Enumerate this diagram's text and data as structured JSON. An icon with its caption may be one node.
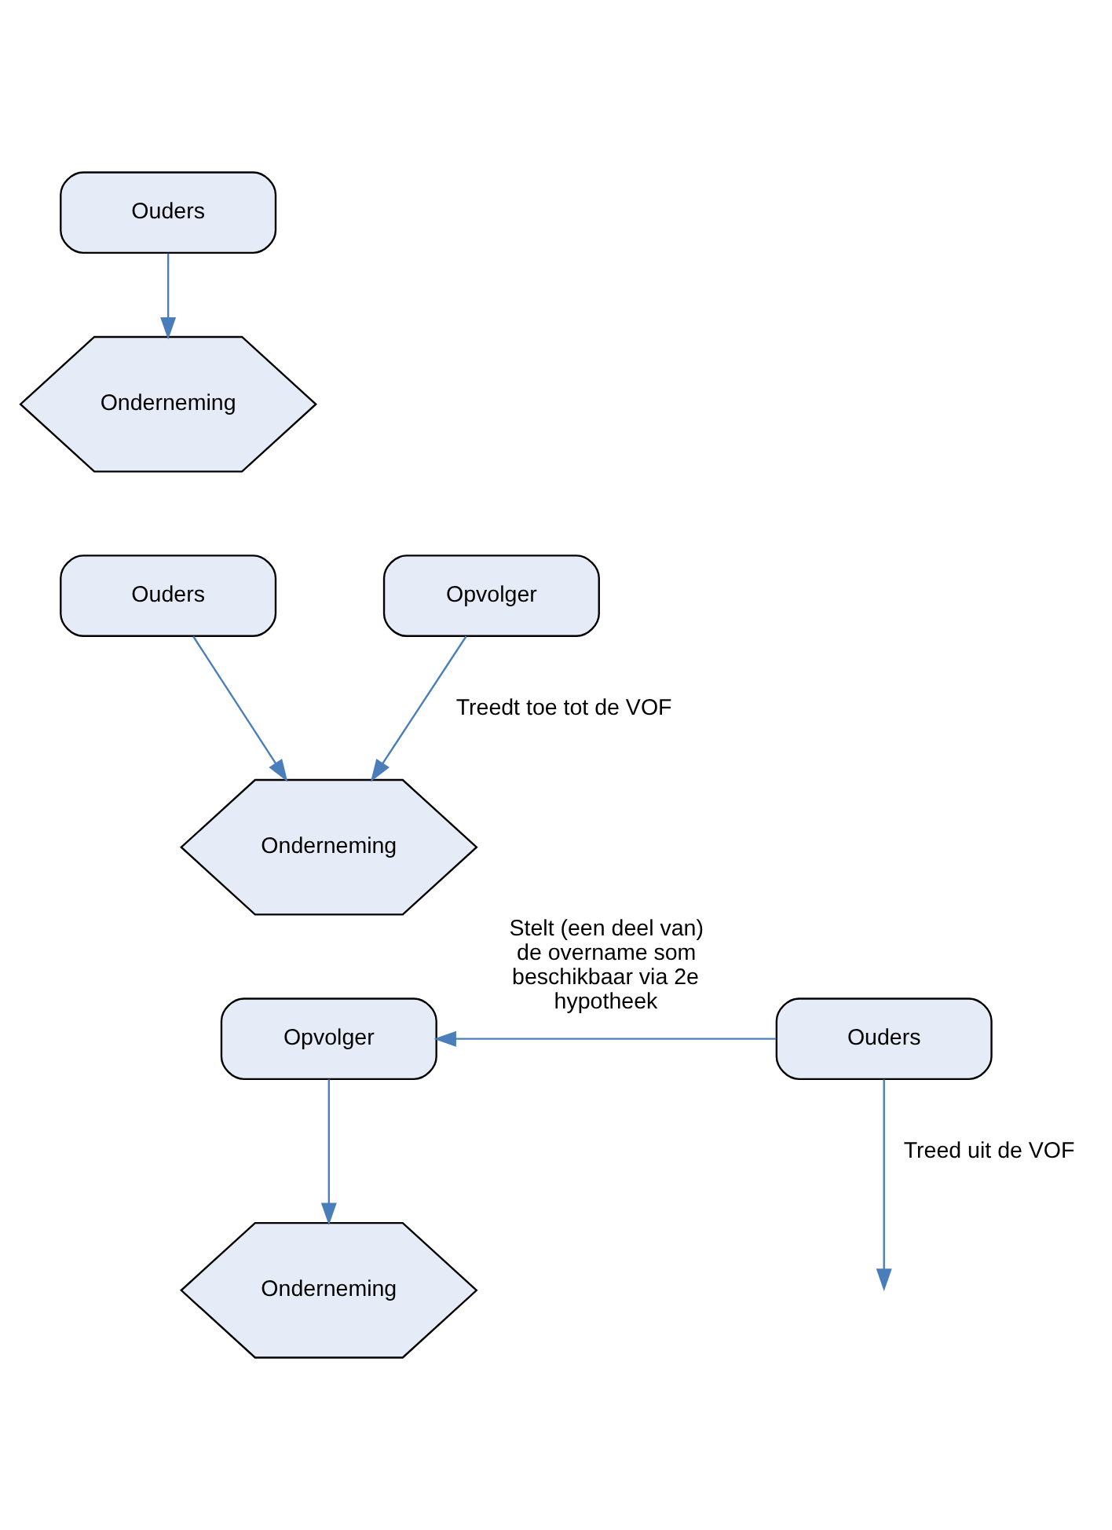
{
  "diagram": {
    "nodes": [
      {
        "text": [
          "Ouders"
        ]
      },
      {
        "text": [
          "Onderneming"
        ]
      },
      {
        "text": [
          "Ouders"
        ]
      },
      {
        "text": [
          "Opvolger"
        ]
      },
      {
        "text": [
          "Onderneming"
        ]
      },
      {
        "text": [
          "Opvolger"
        ]
      },
      {
        "text": [
          "Ouders"
        ]
      },
      {
        "text": [
          "Onderneming"
        ]
      }
    ],
    "edges": [
      {
        "from": 0,
        "to": 1,
        "arrow": "to"
      },
      {
        "from": 2,
        "to": 4,
        "arrow": "to"
      },
      {
        "from": 3,
        "to": 4,
        "arrow": "to",
        "label": "Treedt toe tot de VOF"
      },
      {
        "from": 6,
        "to": 5,
        "arrow": "to",
        "label": "Stelt (een deel van) de overname som beschikbaar via 2e hypotheek"
      },
      {
        "from": 5,
        "to": 7,
        "arrow": "to"
      },
      {
        "from": 6,
        "to": null,
        "arrow": "to",
        "label": "Treed uit de VOF"
      }
    ]
  }
}
